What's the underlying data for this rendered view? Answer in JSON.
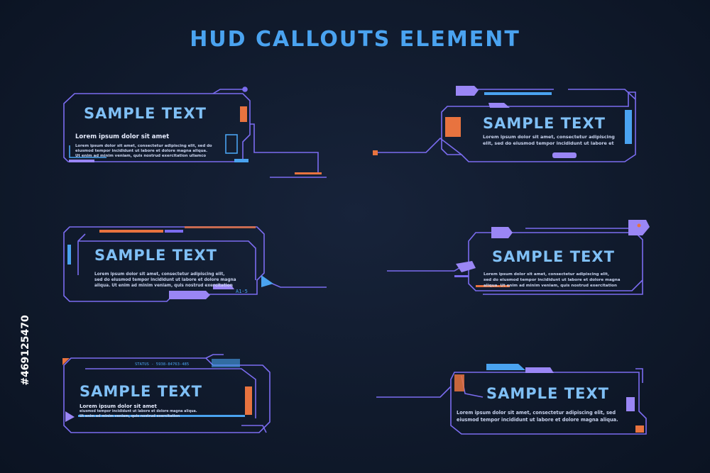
{
  "title": "HUD CALLOUTS ELEMENT",
  "stock_id": "#469125470",
  "colors": {
    "background": "#101a2c",
    "title": "#4aa3f0",
    "frame": "#7b6cf0",
    "accent_blue": "#4aa3f0",
    "accent_orange": "#e8733f",
    "accent_violet": "#9a86f5"
  },
  "callouts": [
    {
      "heading": "SAMPLE TEXT",
      "subheading": "Lorem ipsum dolor sit amet",
      "body": [
        "Lorem ipsum dolor sit amet, consectetur adipiscing elit, sed do",
        "eiusmod tempor incididunt ut labore et dolore magna aliqua.",
        "Ut enim ad minim veniam, quis nostrud exercitation ullamco"
      ]
    },
    {
      "heading": "SAMPLE TEXT",
      "body": [
        "Lorem ipsum dolor sit amet, consectetur adipiscing",
        "elit, sed do eiusmod tempor incididunt ut labore et"
      ]
    },
    {
      "heading": "SAMPLE TEXT",
      "tag": "A1-5",
      "body": [
        "Lorem ipsum dolor sit amet, consectetur adipiscing elit,",
        "sed do eiusmod tempor incididunt ut labore et dolore magna",
        "aliqua. Ut enim ad minim veniam, quis nostrud exercitation"
      ]
    },
    {
      "heading": "SAMPLE TEXT",
      "body": [
        "Lorem ipsum dolor sit amet, consectetur adipiscing elit,",
        "sed do eiusmod tempor incididunt ut labore et dolore magna",
        "aliqua. Ut enim ad minim veniam, quis nostrud exercitation"
      ]
    },
    {
      "heading": "SAMPLE TEXT",
      "status": "STATUS - 5938-84763-485",
      "subheading": "Lorem ipsum dolor sit amet",
      "body": [
        "eiusmod tempor incididunt ut labore et dolore magna aliqua.",
        "Ut enim ad minim veniam, quis nostrud exercitation"
      ]
    },
    {
      "heading": "SAMPLE TEXT",
      "body": [
        "Lorem ipsum dolor sit amet, consectetur adipiscing elit, sed",
        "eiusmod tempor incididunt ut labore et dolore magna aliqua."
      ]
    }
  ]
}
